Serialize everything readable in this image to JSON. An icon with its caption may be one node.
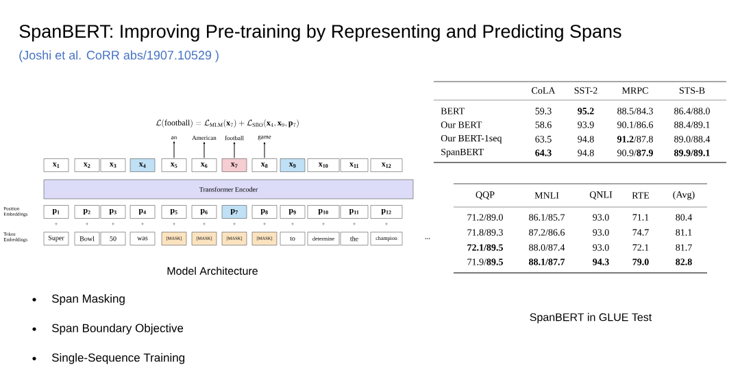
{
  "diagram": {
    "title": "SpanBERT: Improving Pre-training by Representing and Predicting Spans",
    "nodes": [
      {
        "text": [
          "x$_{1}$"
        ]
      },
      {
        "text": [
          "x$_{2}$"
        ]
      },
      {
        "text": [
          "x$_{3}$"
        ]
      },
      {
        "text": [
          "x$_{4}$"
        ]
      },
      {
        "text": [
          "x$_{5}$"
        ]
      },
      {
        "text": [
          "x$_{6}$"
        ]
      },
      {
        "text": [
          "x$_{7}$"
        ]
      },
      {
        "text": [
          "x$_{8}$"
        ]
      },
      {
        "text": [
          "x$_{9}$"
        ]
      },
      {
        "text": [
          "x$_{10}$"
        ]
      },
      {
        "text": [
          "x$_{11}$"
        ]
      },
      {
        "text": [
          "x$_{12}$"
        ]
      },
      {
        "text": [
          "Transformer Encoder"
        ]
      },
      {
        "text": [
          "p$_{1}$"
        ]
      },
      {
        "text": [
          "p$_{2}$"
        ]
      },
      {
        "text": [
          "p$_{3}$"
        ]
      },
      {
        "text": [
          "p$_{4}$"
        ]
      },
      {
        "text": [
          "p$_{5}$"
        ]
      },
      {
        "text": [
          "p$_{6}$"
        ]
      },
      {
        "text": [
          "p$_{7}$"
        ]
      },
      {
        "text": [
          "p$_{8}$"
        ]
      },
      {
        "text": [
          "p$_{9}$"
        ]
      },
      {
        "text": [
          "p$_{10}$"
        ]
      },
      {
        "text": [
          "p$_{11}$"
        ]
      },
      {
        "text": [
          "p$_{12}$"
        ]
      },
      {
        "text": [
          "Super"
        ]
      },
      {
        "text": [
          "Bowl"
        ]
      },
      {
        "text": [
          "50"
        ]
      },
      {
        "text": [
          "was"
        ]
      },
      {
        "text": [
          "[MASK]"
        ]
      },
      {
        "text": [
          "[MASK]"
        ]
      },
      {
        "text": [
          "[MASK]"
        ]
      },
      {
        "text": [
          "[MASK]"
        ]
      },
      {
        "text": [
          "to"
        ]
      },
      {
        "text": [
          "determine"
        ]
      },
      {
        "text": [
          "the"
        ]
      },
      {
        "text": [
          "champion"
        ]
      },
      {
        "text": [
          "an"
        ]
      },
      {
        "text": [
          "American"
        ]
      },
      {
        "text": [
          "football"
        ]
      },
      {
        "text": [
          "game"
        ]
      }
    ],
    "edges": [
      {
        "from": 4,
        "to": 37,
        "arrow": "to"
      },
      {
        "from": 5,
        "to": 38,
        "arrow": "to"
      },
      {
        "from": 6,
        "to": 39,
        "arrow": "to"
      },
      {
        "from": 7,
        "to": 40,
        "arrow": "to"
      }
    ],
    "labels": [
      "(Joshi et al. CoRR abs/1907.10529 )",
      "CoLA",
      "SST-2",
      "MRPC",
      "STS-B",
      "BERT",
      "59.3",
      "95.2",
      "88.5/84.3",
      "86.4/88.0",
      "Our BERT",
      "58.6",
      "93.9",
      "90.1/86.6",
      "88.4/89.1",
      "Our BERT-1seq",
      "63.5",
      "94.8",
      "**91.2**/87.8",
      "89.0/88.4",
      "SpanBERT",
      "64.3",
      "94.8",
      "90.9/**87.9**",
      "89.9/89.1",
      "\\mathcal{L}(\\mathrm{football}) = \\mathcal{L}_{\\mathrm{MLM}}(\\mathbf{x}_7) + \\mathcal{L}_{\\mathrm{SBO}}(\\mathbf{x}_4, \\mathbf{x}_9, \\mathbf{p}_7)",
      "Position Embeddings",
      "+",
      "+",
      "+",
      "+",
      "+",
      "+",
      "+",
      "+",
      "+",
      "+",
      "+",
      "+",
      "Token Embeddings",
      "...",
      "QQP",
      "MNLI",
      "QNLI",
      "RTE",
      "(Avg)",
      "71.2/89.0",
      "86.1/85.7",
      "93.0",
      "71.1",
      "80.4",
      "71.8/89.3",
      "87.2/86.6",
      "93.0",
      "74.7",
      "81.1",
      "72.1/89.5",
      "88.0/87.4",
      "93.0",
      "72.1",
      "81.7",
      "71.9/**89.5**",
      "88.1/87.7",
      "94.3",
      "79.0",
      "82.8",
      "Model Architecture",
      "Span Masking",
      "Span Boundary Objective",
      "Single-Sequence Training",
      "SpanBERT in GLUE Test"
    ]
  }
}
